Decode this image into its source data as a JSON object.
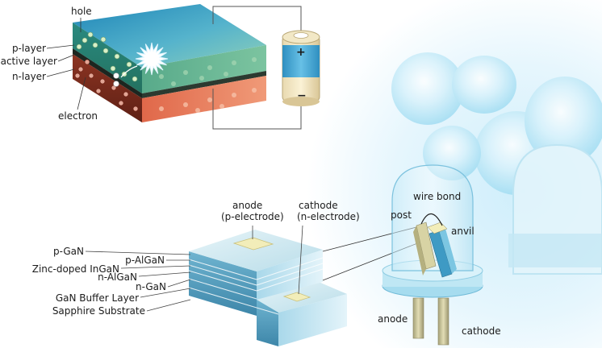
{
  "top_diagram": {
    "labels": {
      "hole": "hole",
      "p_layer": "p-layer",
      "active_layer": "active layer",
      "n_layer": "n-layer",
      "electron": "electron"
    },
    "battery": {
      "plus": "+",
      "minus": "−"
    },
    "colors": {
      "p_layer": "#2f9aa0",
      "active_layer": "#1f2a22",
      "n_layer": "#7a2e20",
      "top_face": "#58b8d8"
    }
  },
  "chip_diagram": {
    "labels": {
      "anode_electrode_1": "anode",
      "anode_electrode_2": "(p-electrode)",
      "cathode_electrode_1": "cathode",
      "cathode_electrode_2": "(n-electrode)",
      "p_gan": "p-GaN",
      "p_algan": "p-AlGaN",
      "zinc_ingan": "Zinc-doped InGaN",
      "n_algan": "n-AlGaN",
      "n_gan": "n-GaN",
      "buffer": "GaN Buffer Layer",
      "sapphire": "Sapphire Substrate"
    }
  },
  "led_package": {
    "labels": {
      "wire_bond": "wire bond",
      "post": "post",
      "anvil": "anvil",
      "anode": "anode",
      "cathode": "cathode"
    }
  }
}
